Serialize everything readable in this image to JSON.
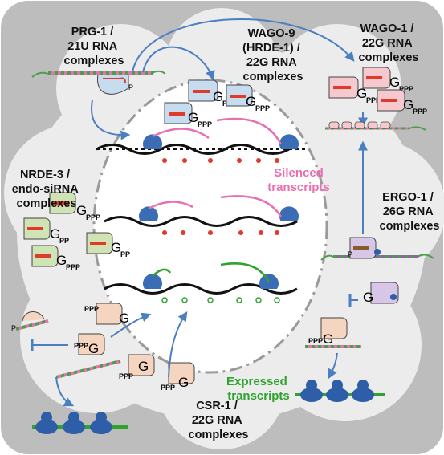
{
  "labels": {
    "prg1": [
      "PRG-1 /",
      "21U RNA",
      "complexes"
    ],
    "wago9": [
      "WAGO-9",
      "(HRDE-1) /",
      "22G RNA",
      "complexes"
    ],
    "wago1": [
      "WAGO-1 /",
      "22G RNA",
      "complexes"
    ],
    "nrde3": [
      "NRDE-3 /",
      "endo-siRNA",
      "complexes"
    ],
    "ergo1": [
      "ERGO-1 /",
      "26G RNA",
      "complexes"
    ],
    "csr1": [
      "CSR-1 /",
      "22G RNA",
      "complexes"
    ],
    "silenced": [
      "Silenced",
      "transcripts"
    ],
    "expressed": [
      "Expressed",
      "transcripts"
    ]
  },
  "glyphs": {
    "G": "G",
    "ppp": "PPP",
    "pp": "PP",
    "p": "P"
  },
  "colors": {
    "background_frame": "#bdbdbd",
    "cell_cloud": "#ececec",
    "nucleus": "#ffffff",
    "arrow_blue": "#4a7fc1",
    "silenced_pink": "#e86fb0",
    "expressed_green": "#2ea32e",
    "rna_red": "#e03a2a",
    "polymerase_blue": "#3a6db5",
    "ribosome_blue": "#2f5ea8"
  }
}
